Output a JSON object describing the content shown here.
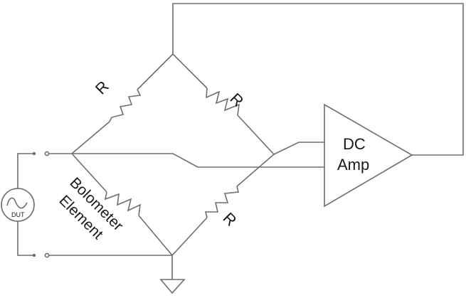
{
  "diagram": {
    "title": "Bolometer bridge with DC amplifier feedback",
    "labels": {
      "r_top_left": "R",
      "r_top_right": "R",
      "r_bottom_right": "R",
      "bolometer_line1": "Bolometer",
      "bolometer_line2": "Element",
      "amp_line1": "DC",
      "amp_line2": "Amp",
      "source": "DUT"
    },
    "components": [
      {
        "id": "r1",
        "type": "resistor",
        "label": "R",
        "position": "bridge upper-left arm"
      },
      {
        "id": "r2",
        "type": "resistor",
        "label": "R",
        "position": "bridge upper-right arm"
      },
      {
        "id": "r3",
        "type": "resistor",
        "label": "R",
        "position": "bridge lower-right arm"
      },
      {
        "id": "bolo",
        "type": "resistor",
        "label": "Bolometer Element",
        "position": "bridge lower-left arm"
      },
      {
        "id": "amp",
        "type": "amplifier",
        "label": "DC Amp"
      },
      {
        "id": "dut",
        "type": "ac-source",
        "label": "DUT"
      },
      {
        "id": "gnd",
        "type": "ground"
      }
    ],
    "colors": {
      "wire": "#6e6e6e",
      "text": "#1a1a1a",
      "background": "#ffffff"
    }
  }
}
